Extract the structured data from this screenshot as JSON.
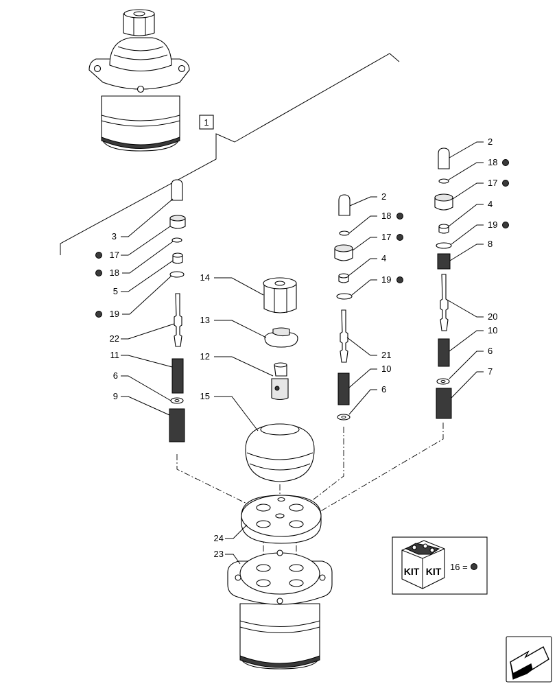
{
  "callouts": {
    "c1": "1",
    "c2a": "2",
    "c2b": "2",
    "c3": "3",
    "c4a": "4",
    "c4b": "4",
    "c5": "5",
    "c6a": "6",
    "c6b": "6",
    "c6c": "6",
    "c7": "7",
    "c8": "8",
    "c9": "9",
    "c10a": "10",
    "c10b": "10",
    "c11": "11",
    "c12": "12",
    "c13": "13",
    "c14": "14",
    "c15": "15",
    "c17a": "17",
    "c17b": "17",
    "c17c": "17",
    "c18a": "18",
    "c18b": "18",
    "c18c": "18",
    "c19a": "19",
    "c19b": "19",
    "c19c": "19",
    "c20": "20",
    "c21": "21",
    "c22": "22",
    "c23": "23",
    "c24": "24"
  },
  "kit": {
    "label_left": "KIT",
    "label_right": "KIT",
    "legend_text": "16 ="
  },
  "colors": {
    "ink": "#000000",
    "background": "#ffffff",
    "shade": "#e6e6e6"
  },
  "icons": {
    "kit": "kit-box-icon",
    "navigation": "arrow-icon",
    "marker": "dot-icon"
  }
}
